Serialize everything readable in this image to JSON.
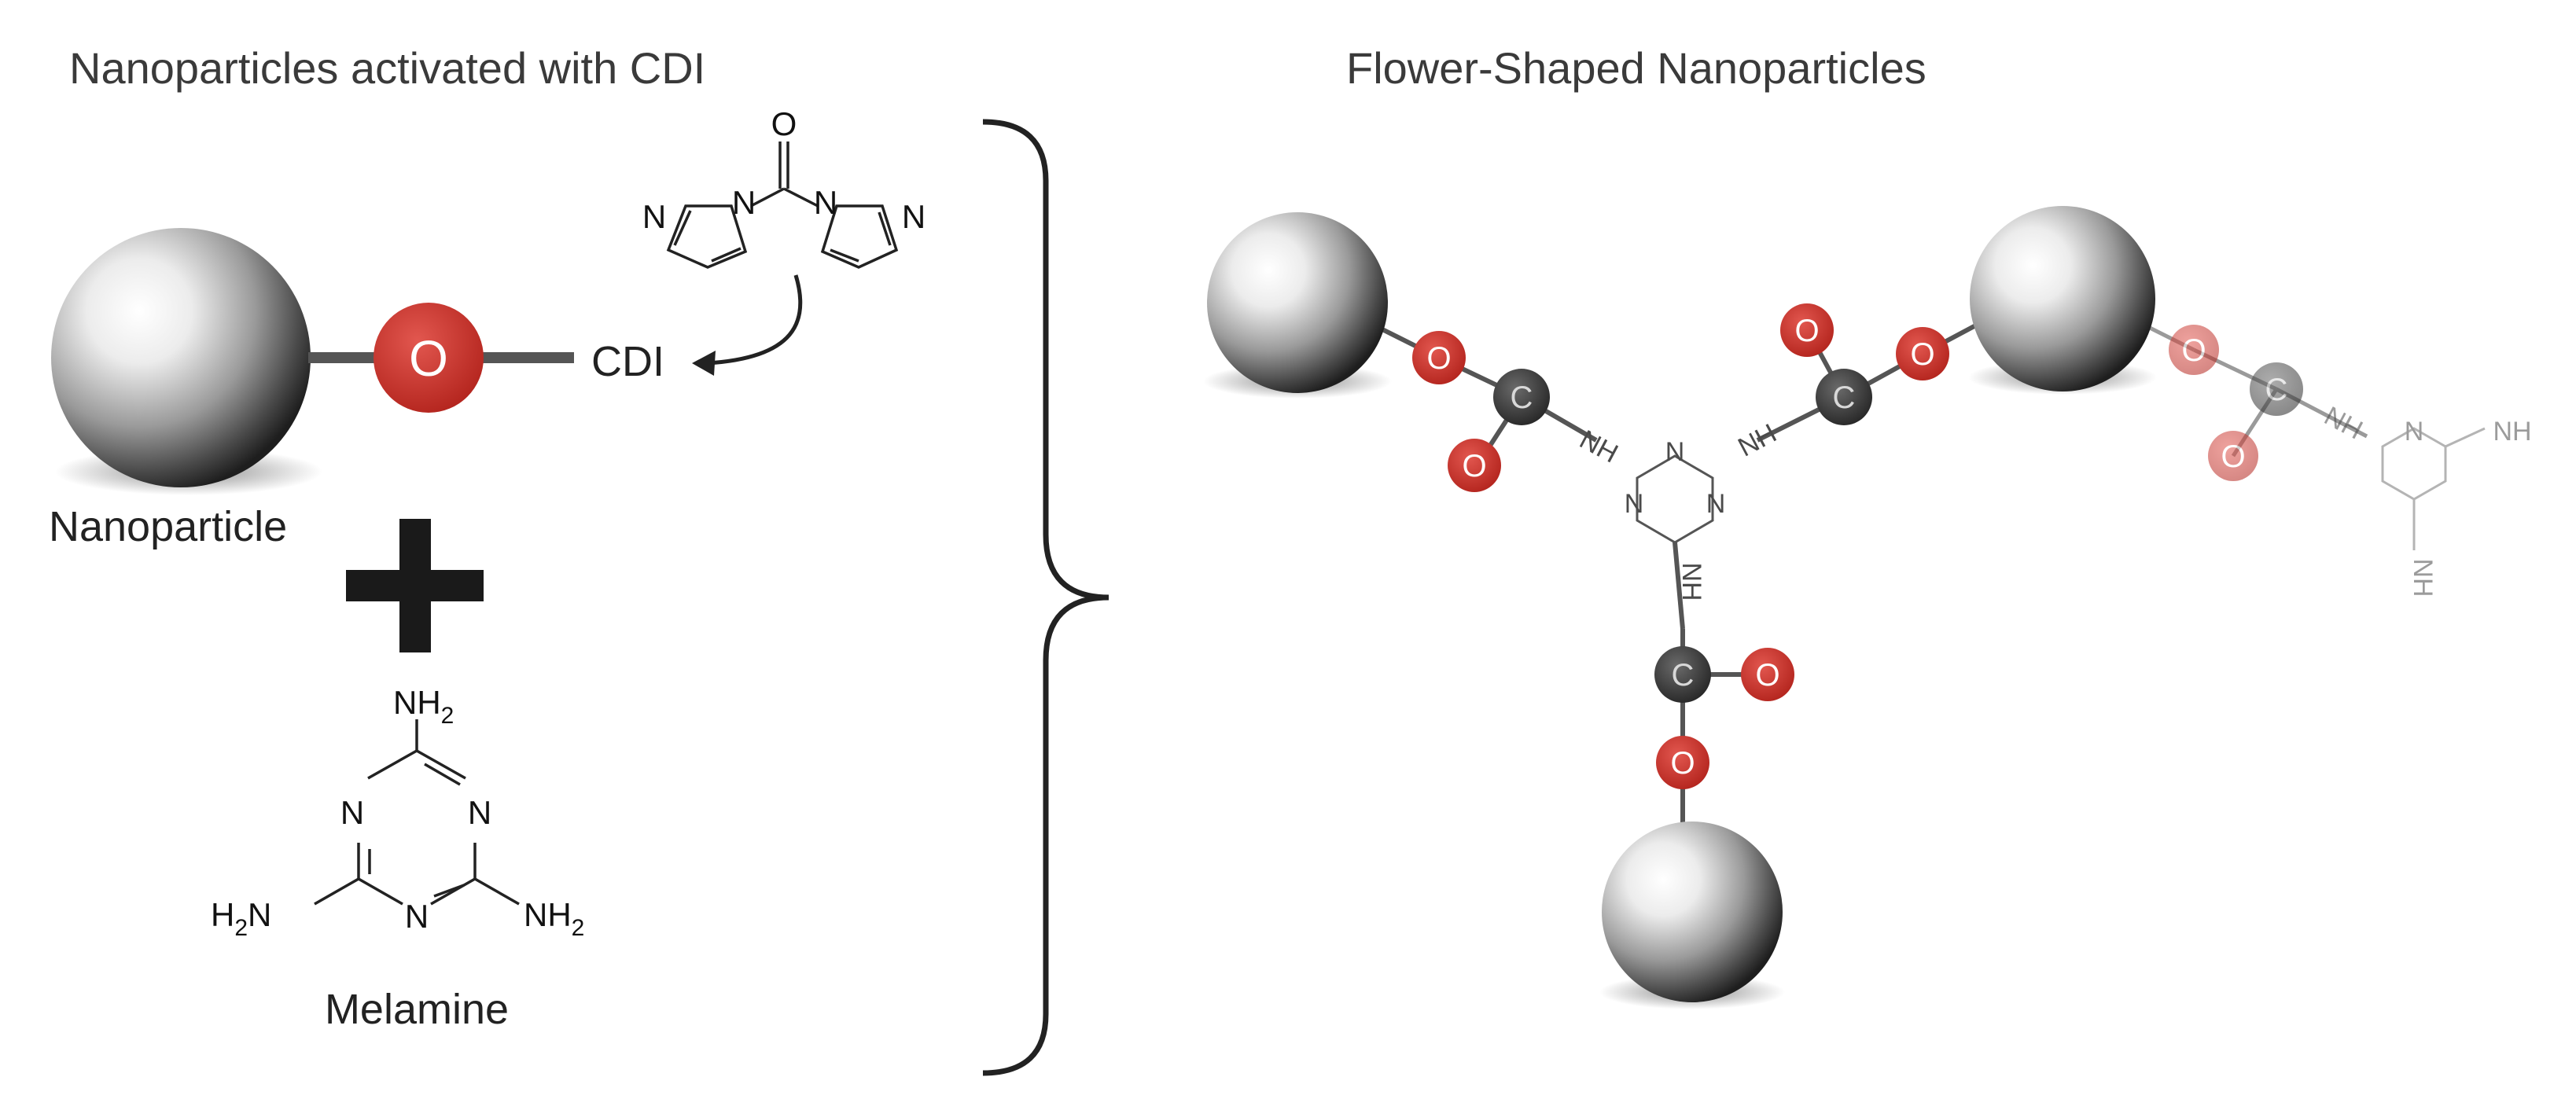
{
  "left_title": "Nanoparticles activated with CDI",
  "right_title": "Flower-Shaped Nanoparticles",
  "nanoparticle_label": "Nanoparticle",
  "oxygen_symbol": "O",
  "carbon_symbol": "C",
  "cdi_label": "CDI",
  "melamine_label": "Melamine",
  "cdi_structure": {
    "carbonyl_o": "O",
    "n_atom": "N"
  },
  "melamine_structure": {
    "n_atom": "N",
    "nh": "NH",
    "h": "H",
    "subscript_2": "2"
  },
  "linker_nh": "NH",
  "colors": {
    "oxygen": "#c8312a",
    "carbon": "#3b3b3b",
    "bond": "#555555",
    "brace": "#222222",
    "plus": "#1a1a1a"
  },
  "icons": [
    "nanoparticle-sphere",
    "oxygen-atom",
    "carbon-atom",
    "plus-sign",
    "curly-brace",
    "curved-arrow"
  ]
}
